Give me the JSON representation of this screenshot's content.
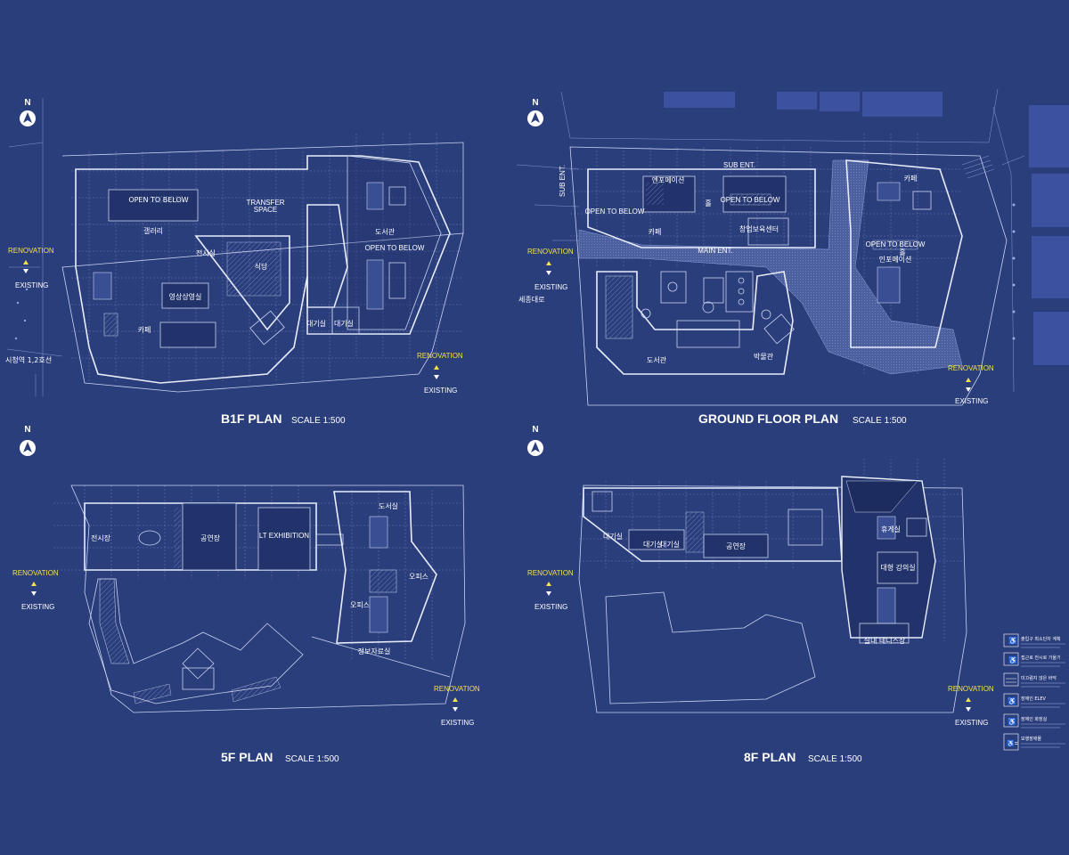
{
  "plans": {
    "b1f": {
      "title": "B1F PLAN",
      "scale": "SCALE 1:500",
      "rooms": [
        "갤러리",
        "TRANSFER",
        "SPACE",
        "식당",
        "도서관",
        "영상상영실",
        "카페",
        "대기실",
        "대기실",
        "전시실",
        "OPEN TO BELOW",
        "OPEN TO BELOW"
      ],
      "site": [
        "시청역 1,2호선"
      ],
      "renovation": "RENOVATION",
      "existing": "EXISTING"
    },
    "ground": {
      "title": "GROUND  FLOOR  PLAN",
      "scale": "SCALE 1:500",
      "rooms": [
        "엔포메이션",
        "홀",
        "카페",
        "창업보육센터",
        "도서관",
        "박물관",
        "카페",
        "홀",
        "인포메이션",
        "MAIN ENT.",
        "SUB ENT.",
        "SUB ENT.",
        "OPEN TO BELOW",
        "OPEN TO BELOW",
        "OPEN TO BELOW"
      ],
      "site": [
        "세종대로"
      ],
      "renovation": "RENOVATION",
      "existing": "EXISTING"
    },
    "f5": {
      "title": "5F PLAN",
      "scale": "SCALE 1:500",
      "rooms": [
        "전시장",
        "공연장",
        "LT EXHIBITION",
        "도서실",
        "오피스",
        "오피스",
        "정보자료실"
      ],
      "renovation": "RENOVATION",
      "existing": "EXISTING"
    },
    "f8": {
      "title": "8F PLAN",
      "scale": "SCALE 1:500",
      "rooms": [
        "대기실",
        "대기실",
        "대기실",
        "공연장",
        "휴게실",
        "대형 강의실",
        "실내 테니스장"
      ],
      "renovation": "RENOVATION",
      "existing": "EXISTING"
    }
  },
  "north": "N",
  "legend": [
    {
      "title": "출입구 최소단차 계획",
      "icon": "wheelchair-icon"
    },
    {
      "title": "접근로 전시로 기울기",
      "icon": "wheelchair-icon"
    },
    {
      "title": "미끄럼지 않은 바닥",
      "icon": "floor-icon"
    },
    {
      "title": "장애인 ELEV",
      "icon": "elevator-icon"
    },
    {
      "title": "장애인 화장실",
      "icon": "toilet-icon"
    },
    {
      "title": "보행장애물",
      "icon": "walk-icon"
    }
  ],
  "colors": {
    "background": "#2b3e7c",
    "accent": "#f2e14a",
    "line": "#c9d3f0"
  }
}
